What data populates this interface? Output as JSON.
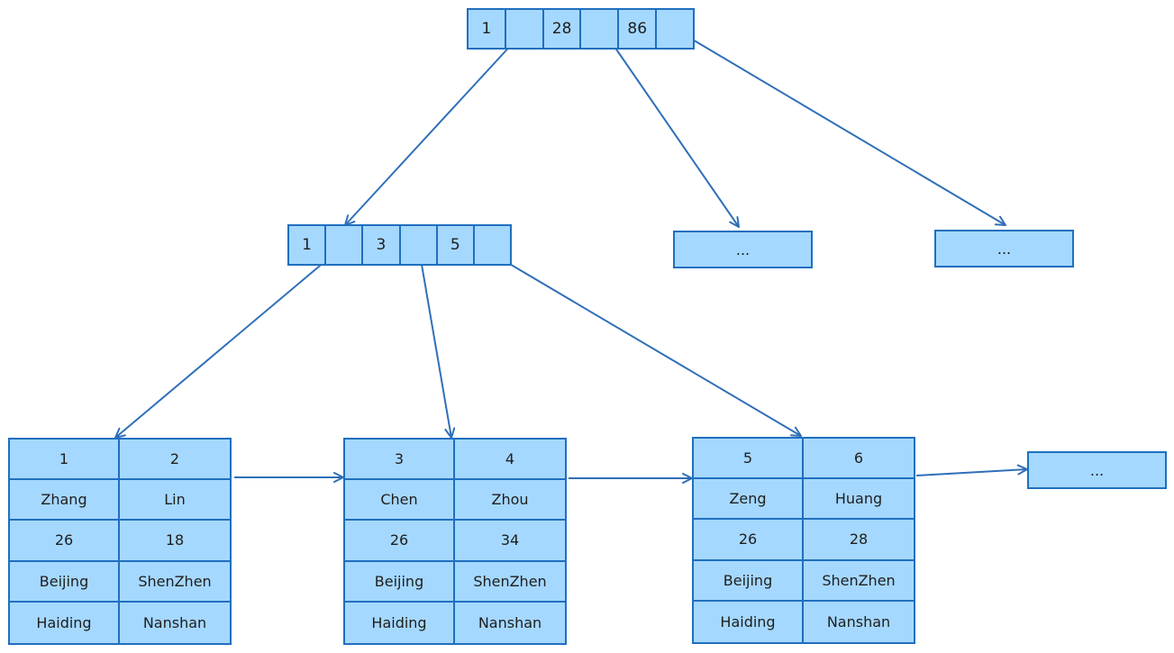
{
  "colors": {
    "fill": "#a5d8ff",
    "stroke": "#1f6fbf",
    "text": "#1e1e1e",
    "edge": "#2f6fb8"
  },
  "root": {
    "cells": [
      "1",
      "",
      "28",
      "",
      "86",
      ""
    ]
  },
  "internal": {
    "cells": [
      "1",
      "",
      "3",
      "",
      "5",
      ""
    ]
  },
  "placeholders": {
    "mid": "...",
    "right": "...",
    "leaf_next": "..."
  },
  "leaves": [
    {
      "rows": [
        [
          "1",
          "2"
        ],
        [
          "Zhang",
          "Lin"
        ],
        [
          "26",
          "18"
        ],
        [
          "Beijing",
          "ShenZhen"
        ],
        [
          "Haiding",
          "Nanshan"
        ]
      ]
    },
    {
      "rows": [
        [
          "3",
          "4"
        ],
        [
          "Chen",
          "Zhou"
        ],
        [
          "26",
          "34"
        ],
        [
          "Beijing",
          "ShenZhen"
        ],
        [
          "Haiding",
          "Nanshan"
        ]
      ]
    },
    {
      "rows": [
        [
          "5",
          "6"
        ],
        [
          "Zeng",
          "Huang"
        ],
        [
          "26",
          "28"
        ],
        [
          "Beijing",
          "ShenZhen"
        ],
        [
          "Haiding",
          "Nanshan"
        ]
      ]
    }
  ]
}
